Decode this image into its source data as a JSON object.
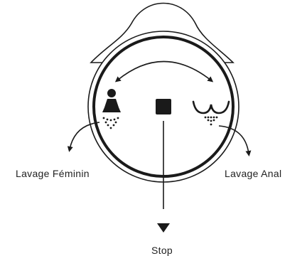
{
  "labels": {
    "feminine_wash": "Lavage Féminin",
    "anal_wash": "Lavage Anal",
    "stop": "Stop"
  },
  "colors": {
    "stroke": "#1a1a1a",
    "background": "#ffffff"
  },
  "icons": {
    "feminine": "woman-spray-icon",
    "anal": "rear-spray-icon",
    "stop": "stop-square-icon"
  }
}
